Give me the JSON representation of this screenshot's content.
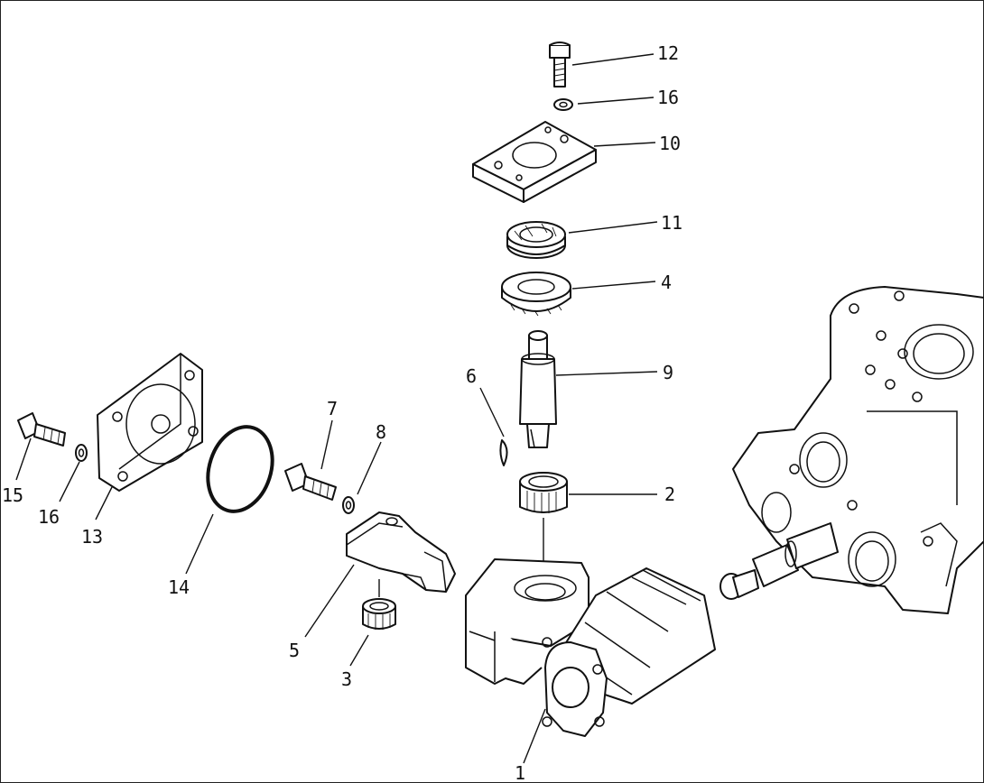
{
  "diagram": {
    "callouts": [
      {
        "id": "c1",
        "label": "1"
      },
      {
        "id": "c2",
        "label": "2"
      },
      {
        "id": "c3",
        "label": "3"
      },
      {
        "id": "c4",
        "label": "4"
      },
      {
        "id": "c5",
        "label": "5"
      },
      {
        "id": "c6",
        "label": "6"
      },
      {
        "id": "c7",
        "label": "7"
      },
      {
        "id": "c8",
        "label": "8"
      },
      {
        "id": "c9",
        "label": "9"
      },
      {
        "id": "c10",
        "label": "10"
      },
      {
        "id": "c11",
        "label": "11"
      },
      {
        "id": "c12",
        "label": "12"
      },
      {
        "id": "c13",
        "label": "13"
      },
      {
        "id": "c14",
        "label": "14"
      },
      {
        "id": "c15",
        "label": "15"
      },
      {
        "id": "c16a",
        "label": "16"
      },
      {
        "id": "c16b",
        "label": "16"
      }
    ]
  }
}
